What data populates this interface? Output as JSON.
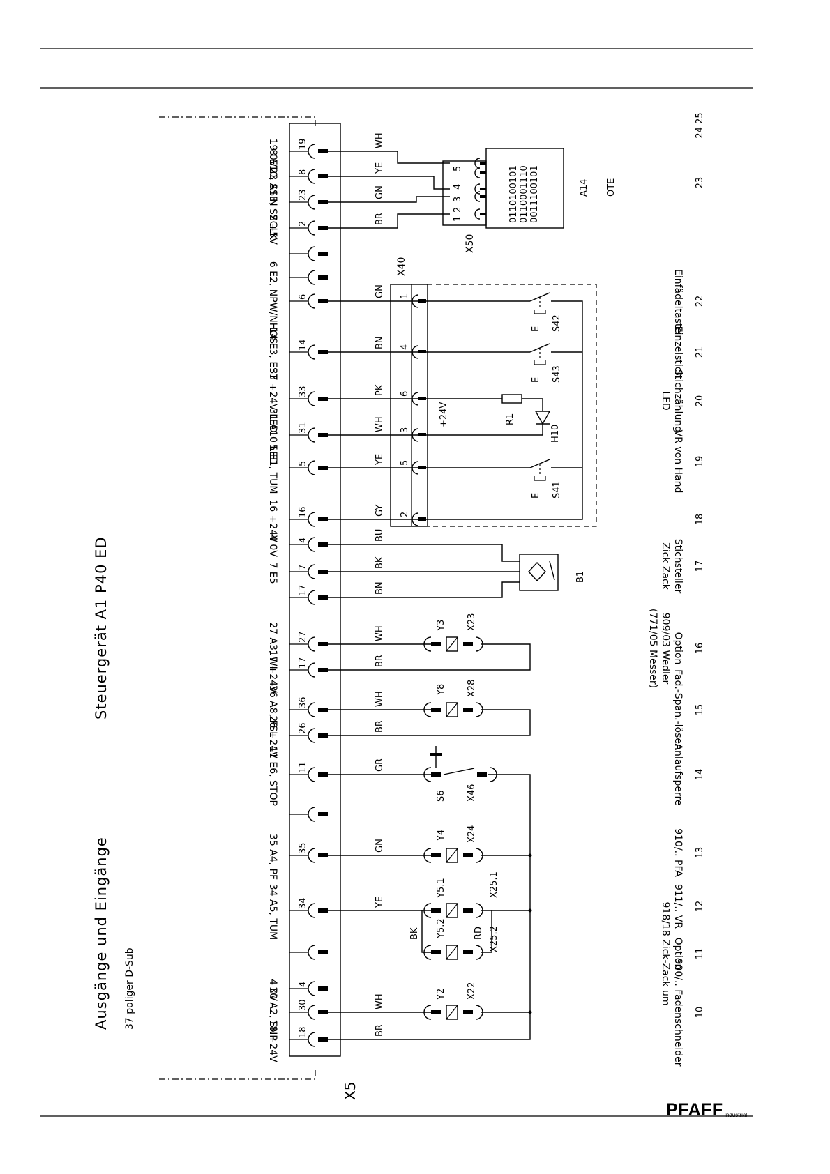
{
  "diagram": {
    "title": "Steuergerät A1  P40 ED",
    "subtitle": "Ausgänge und Eingänge",
    "connector_note": "37 poliger D-Sub",
    "terminal_strip": "X5",
    "brand": {
      "name": "PFAFF",
      "sub": "Industrial"
    },
    "pins": [
      {
        "pin": "19",
        "signal": "19 0V",
        "wire": "WH"
      },
      {
        "pin": "8",
        "signal": "8 E10, SSIN",
        "wire": "YE"
      },
      {
        "pin": "23",
        "signal": "23 A13, SSCLK",
        "wire": "GN"
      },
      {
        "pin": "2",
        "signal": "2  +5V",
        "wire": "BR"
      },
      {
        "pin": "",
        "signal": "",
        "wire": ""
      },
      {
        "pin": "",
        "signal": "",
        "wire": ""
      },
      {
        "pin": "6",
        "signal": "6 E2, NPW/NHOS",
        "wire": "GN"
      },
      {
        "pin": "14",
        "signal": "14 E3, EST",
        "wire": "BN"
      },
      {
        "pin": "33",
        "signal": "33 +24V LED",
        "wire": "PK"
      },
      {
        "pin": "31",
        "signal": "31 A10 LED",
        "wire": "WH"
      },
      {
        "pin": "5",
        "signal": "5  E1, TUM",
        "wire": "YE"
      },
      {
        "pin": "16",
        "signal": "16 +24V",
        "wire": "GY"
      },
      {
        "pin": "4",
        "signal": "4 0V",
        "wire": "BU"
      },
      {
        "pin": "7",
        "signal": "7 E5",
        "wire": "BK"
      },
      {
        "pin": "17",
        "signal": "",
        "wire": "BN"
      },
      {
        "pin": "27",
        "signal": "27 A3, WI",
        "wire": "WH"
      },
      {
        "pin": "17",
        "signal": "17 +24V",
        "wire": "BR"
      },
      {
        "pin": "36",
        "signal": "36 A8, FSL",
        "wire": "WH"
      },
      {
        "pin": "26",
        "signal": "26 +24V",
        "wire": "BR"
      },
      {
        "pin": "11",
        "signal": "11 E6, STOP",
        "wire": "GR"
      },
      {
        "pin": "",
        "signal": "",
        "wire": ""
      },
      {
        "pin": "35",
        "signal": "35 A4, PF",
        "wire": "GN"
      },
      {
        "pin": "34",
        "signal": "34 A5, TUM",
        "wire": "YE"
      },
      {
        "pin": "",
        "signal": "",
        "wire": ""
      },
      {
        "pin": "4",
        "signal": "4 0V",
        "wire": ""
      },
      {
        "pin": "30",
        "signal": "30 A2, SNP",
        "wire": "WH"
      },
      {
        "pin": "18",
        "signal": "18 +24V",
        "wire": "BR"
      }
    ],
    "x50": {
      "name": "X50",
      "pins": [
        "1",
        "2",
        "3",
        "4",
        "5"
      ]
    },
    "a14": {
      "name": "A14",
      "type": "OTE",
      "rows": [
        "0110100101",
        "0110001110",
        "0011100101"
      ]
    },
    "x40": {
      "name": "X40",
      "pins": [
        "1",
        "4",
        "6",
        "3",
        "5",
        "2"
      ],
      "supply": "+24V"
    },
    "parts": {
      "s42": "S42",
      "s43": "S43",
      "s41": "S41",
      "r1": "R1",
      "h10": "H10",
      "b1": "B1",
      "y3": "Y3",
      "x23": "X23",
      "y8": "Y8",
      "x28": "X28",
      "s6": "S6",
      "x46": "X46",
      "y4": "Y4",
      "x24": "X24",
      "y51": "Y5.1",
      "x251": "X25.1",
      "y52": "Y5.2",
      "x252": "X25.2",
      "bk": "BK",
      "rd": "RD",
      "y2": "Y2",
      "x22": "X22",
      "e": "E"
    },
    "functions": [
      {
        "col": "24 25",
        "text": "",
        "text2": ""
      },
      {
        "col": "23",
        "text": "",
        "text2": ""
      },
      {
        "col": "22",
        "text": "Einfädeltaste",
        "text2": ""
      },
      {
        "col": "21",
        "text": "Einzelstich",
        "text2": ""
      },
      {
        "col": "20",
        "text": "Stichzählung",
        "text2": "LED"
      },
      {
        "col": "19",
        "text": "VR von Hand",
        "text2": ""
      },
      {
        "col": "18",
        "text": "",
        "text2": ""
      },
      {
        "col": "17",
        "text": "Stichsteller",
        "text2": "Zick Zack"
      },
      {
        "col": "16",
        "text": "Option",
        "text2": "909/03 Wedler",
        "text3": "(771/05 Messer)"
      },
      {
        "col": "15",
        "text": "Fad.-Span.-lösen",
        "text2": ""
      },
      {
        "col": "14",
        "text": "Anlaufsperre",
        "text2": ""
      },
      {
        "col": "13",
        "text": "910/.. PFA",
        "text2": ""
      },
      {
        "col": "12",
        "text": "911/.. VR",
        "text2": ""
      },
      {
        "col": "11",
        "text": "Option",
        "text2": "918/18 Zick-Zack um"
      },
      {
        "col": "10",
        "text": "900/.. Fadenschneider",
        "text2": ""
      }
    ]
  }
}
